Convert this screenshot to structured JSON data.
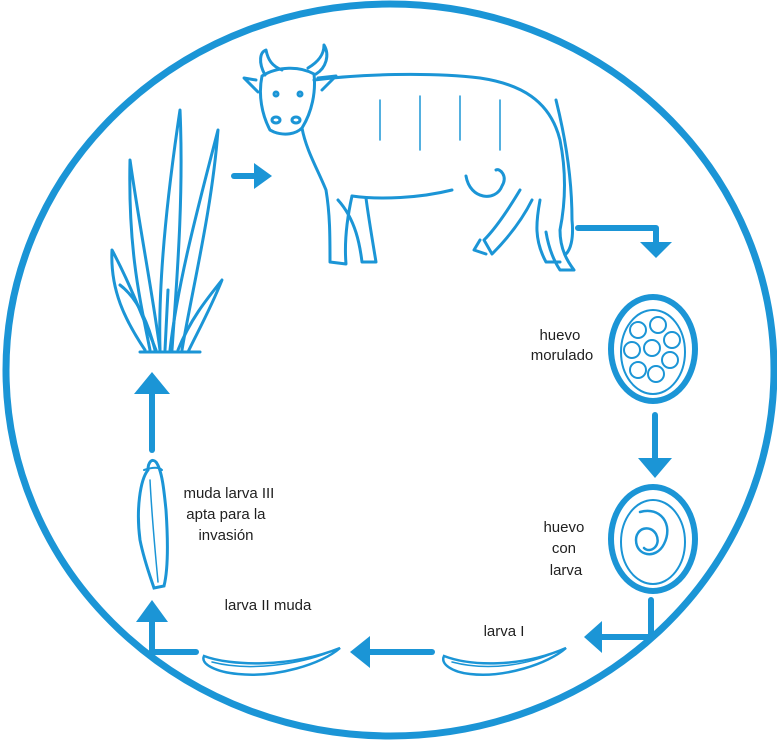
{
  "colors": {
    "accent": "#1b95d6",
    "background": "#ffffff",
    "text": "#1f1f1f"
  },
  "labels": {
    "huevo_morulado": [
      "huevo",
      "morulado"
    ],
    "huevo_con_larva": [
      "huevo",
      "con",
      "larva"
    ],
    "larva_i": "larva I",
    "larva_ii_muda": "larva II muda",
    "larva_iii": [
      "muda larva III",
      "apta para la",
      "invasión"
    ]
  },
  "icons": [
    "cow-illustration",
    "grass-illustration",
    "morulated-egg-icon",
    "egg-with-larva-icon",
    "larva-i-icon",
    "larva-ii-icon",
    "larva-iii-icon"
  ]
}
